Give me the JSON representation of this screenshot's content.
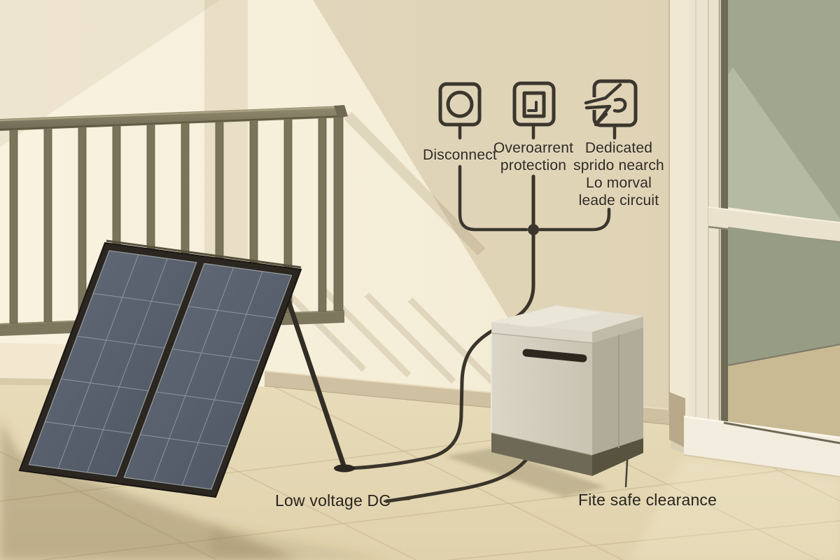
{
  "scene_type": "balcony solar panel installation illustration",
  "labels": {
    "disconnect": "Disconnect",
    "overcurrent_protection": "Overoarrent\nprotection",
    "dedicated_circuit": "Dedicated\nsprido nearch\nLo morval\nleade circuit",
    "low_voltage_dc": "Low voltage DC",
    "fire_safe_clearance": "Fite safe clearance"
  },
  "icons": [
    {
      "name": "disconnect-icon",
      "glyph": "circle in rounded square"
    },
    {
      "name": "overcurrent-protection-icon",
      "glyph": "nested squares with hook mark"
    },
    {
      "name": "dedicated-circuit-icon",
      "glyph": "lightning bolt through square"
    }
  ],
  "objects": [
    "solar-panel",
    "balcony-railing",
    "battery-unit",
    "glass-door",
    "cables"
  ],
  "colors": {
    "ink": "#3b372e",
    "wall": "#f6efdc",
    "wall_shadow": "#e5d9ba",
    "floor": "#e3d6b4",
    "panel_cell": "#59616f",
    "panel_frame": "#2b2620",
    "railing": "#877f63",
    "battery_body": "#d2cdbd",
    "battery_base": "#6e6956",
    "door_glass": "#a1a68e",
    "door_frame": "#ebe3cf"
  }
}
